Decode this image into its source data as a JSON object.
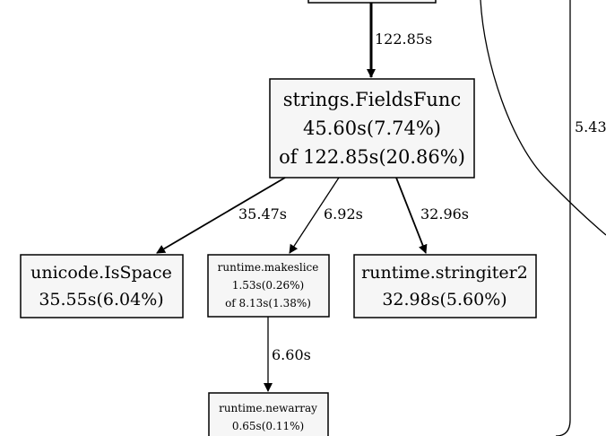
{
  "nodes": {
    "fieldsfunc": {
      "lines": [
        "strings.FieldsFunc",
        "45.60s(7.74%)",
        "of 122.85s(20.86%)"
      ]
    },
    "isspace": {
      "lines": [
        "unicode.IsSpace",
        "35.55s(6.04%)"
      ]
    },
    "makeslice": {
      "lines": [
        "runtime.makeslice",
        "1.53s(0.26%)",
        "of 8.13s(1.38%)"
      ]
    },
    "stringiter2": {
      "lines": [
        "runtime.stringiter2",
        "32.98s(5.60%)"
      ]
    },
    "newarray": {
      "lines": [
        "runtime.newarray",
        "0.65s(0.11%)"
      ]
    }
  },
  "edges": {
    "in_fieldsfunc": "122.85s",
    "to_isspace": "35.47s",
    "to_makeslice": "6.92s",
    "to_stringiter2": "32.96s",
    "to_newarray": "6.60s",
    "right_partial": "5.43"
  },
  "colors": {
    "node_fill": "#f6f6f6",
    "stroke": "#000000"
  }
}
